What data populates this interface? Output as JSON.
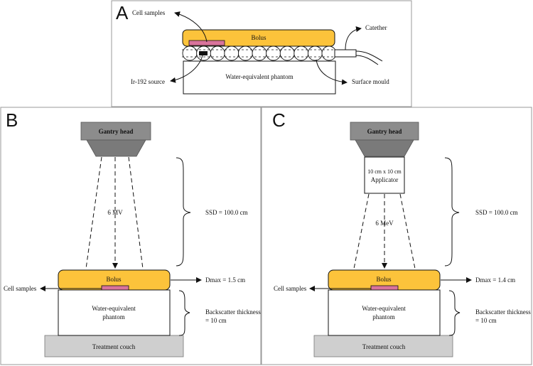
{
  "colors": {
    "bolus": "#FCC33B",
    "cell_sample": "#D9739B",
    "gantry": "#8C8C8C",
    "gantry_dark": "#7A7A7A",
    "couch": "#CFCFCF",
    "line": "#111111"
  },
  "panel_a": {
    "letter": "A",
    "bolus": "Bolus",
    "cell_samples": "Cell samples",
    "catheter": "Catether",
    "source": "Ir-192 source",
    "phantom": "Water-equivalent phantom",
    "surface_mould": "Surface mould"
  },
  "panel_b": {
    "letter": "B",
    "gantry": "Gantry head",
    "beam": "6 MV",
    "ssd": "SSD = 100.0 cm",
    "bolus": "Bolus",
    "dmax": "Dmax = 1.5 cm",
    "cell_samples": "Cell samples",
    "phantom_line1": "Water-equivalent",
    "phantom_line2": "phantom",
    "backscatter_line1": "Backscatter thickness",
    "backscatter_line2": "= 10 cm",
    "couch": "Treatment couch"
  },
  "panel_c": {
    "letter": "C",
    "gantry": "Gantry head",
    "applicator_line1": "10 cm x 10 cm",
    "applicator_line2": "Applicator",
    "beam": "6 MeV",
    "ssd": "SSD = 100.0 cm",
    "bolus": "Bolus",
    "dmax": "Dmax = 1.4 cm",
    "cell_samples": "Cell samples",
    "phantom_line1": "Water-equivalent",
    "phantom_line2": "phantom",
    "backscatter_line1": "Backscatter thickness",
    "backscatter_line2": "= 10 cm",
    "couch": "Treatment couch"
  }
}
